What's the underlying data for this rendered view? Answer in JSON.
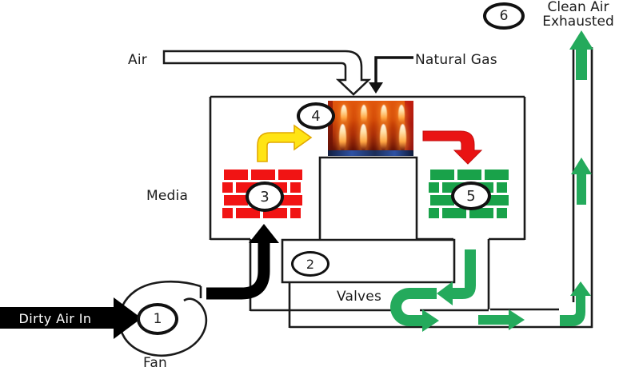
{
  "diagram": {
    "type": "regenerative-thermal-oxidizer-process-diagram",
    "labels": {
      "air": "Air",
      "natural_gas": "Natural Gas",
      "clean_air_line1": "Clean Air",
      "clean_air_line2": "Exhausted",
      "media": "Media",
      "valves": "Valves",
      "dirty_air_in": "Dirty Air In",
      "fan": "Fan"
    },
    "markers": {
      "m1": "1",
      "m2": "2",
      "m3": "3",
      "m4": "4",
      "m5": "5",
      "m6": "6"
    },
    "colors": {
      "line_black": "#1a1a1a",
      "media_red": "#F11414",
      "media_green": "#19A24A",
      "flow_green": "#24AA5C",
      "heat_yellow": "#FFE414",
      "hot_red": "#E91313",
      "banner_black": "#000000",
      "flame_orange": "#d24a09"
    }
  }
}
